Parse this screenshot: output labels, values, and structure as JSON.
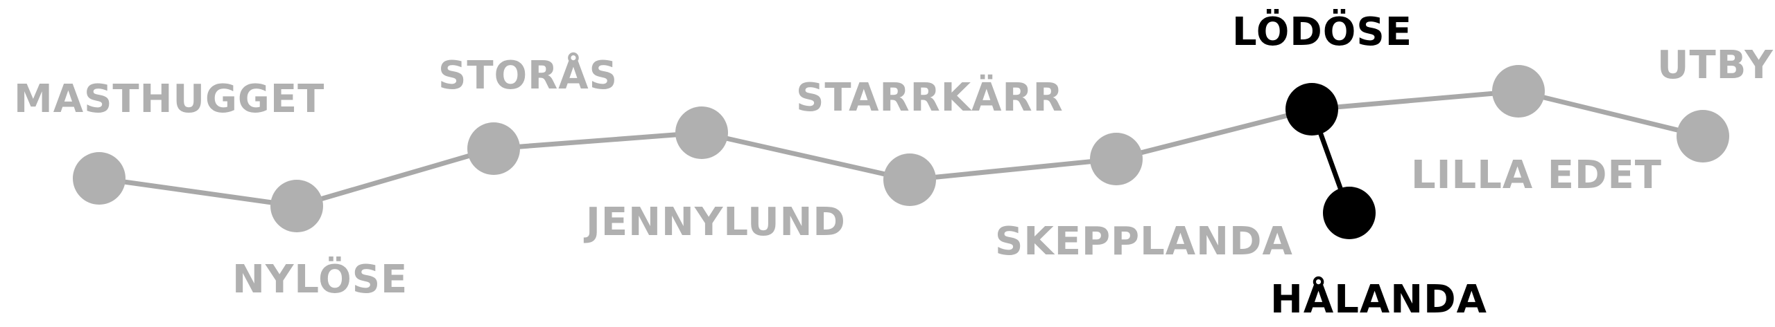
{
  "colors": {
    "inactive": "#b0b0b0",
    "line_inactive": "#a8a8a8",
    "active": "#000000",
    "background": "#ffffff"
  },
  "stations": [
    {
      "id": "masthugget",
      "name": "MASTHUGGET",
      "active": false
    },
    {
      "id": "nylose",
      "name": "NYLÖSE",
      "active": false
    },
    {
      "id": "storas",
      "name": "STORÅS",
      "active": false
    },
    {
      "id": "jennylund",
      "name": "JENNYLUND",
      "active": false
    },
    {
      "id": "starrkarr",
      "name": "STARRKÄRR",
      "active": false
    },
    {
      "id": "skepplanda",
      "name": "SKEPPLANDA",
      "active": false
    },
    {
      "id": "lodose",
      "name": "LÖDÖSE",
      "active": true
    },
    {
      "id": "lilla-edet",
      "name": "LILLA EDET",
      "active": false
    },
    {
      "id": "utby",
      "name": "UTBY",
      "active": false
    },
    {
      "id": "halanda",
      "name": "HÅLANDA",
      "active": true
    }
  ],
  "connections": [
    {
      "from": "masthugget",
      "to": "nylose",
      "active": false
    },
    {
      "from": "nylose",
      "to": "storas",
      "active": false
    },
    {
      "from": "storas",
      "to": "jennylund",
      "active": false
    },
    {
      "from": "jennylund",
      "to": "starrkarr",
      "active": false
    },
    {
      "from": "starrkarr",
      "to": "skepplanda",
      "active": false
    },
    {
      "from": "skepplanda",
      "to": "lodose",
      "active": false
    },
    {
      "from": "lodose",
      "to": "lilla-edet",
      "active": false
    },
    {
      "from": "lilla-edet",
      "to": "utby",
      "active": false
    },
    {
      "from": "lodose",
      "to": "halanda",
      "active": true
    }
  ]
}
